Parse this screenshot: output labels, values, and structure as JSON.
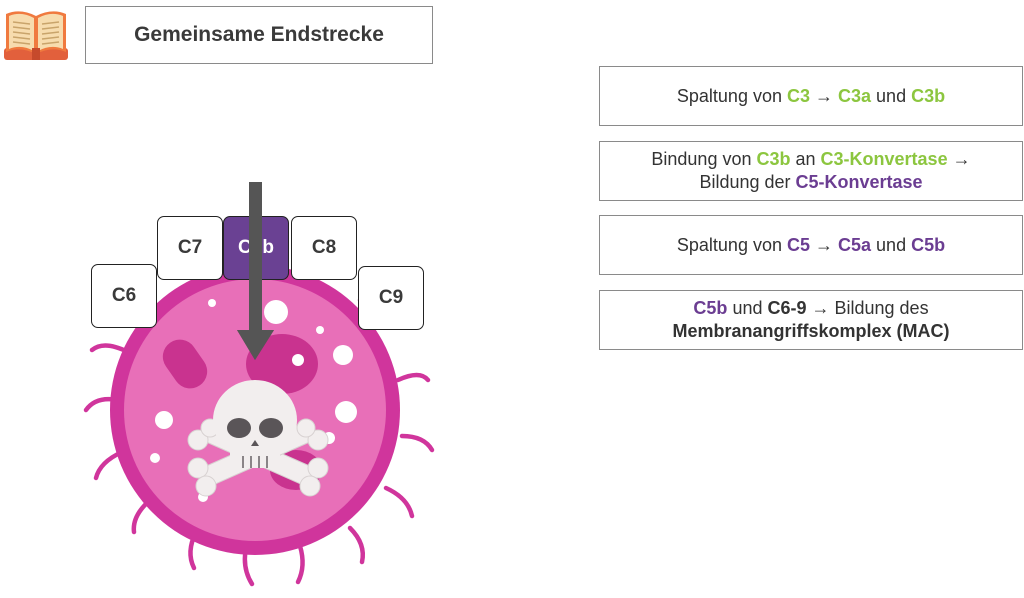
{
  "header": {
    "icon": "open-book-icon",
    "title": "Gemeinsame Endstrecke"
  },
  "steps": [
    {
      "parts": [
        {
          "t": "Spaltung von ",
          "c": "n"
        },
        {
          "t": "C3",
          "c": "g"
        },
        {
          "t": " → ",
          "c": "n"
        },
        {
          "t": "C3a",
          "c": "g"
        },
        {
          "t": " und ",
          "c": "n"
        },
        {
          "t": "C3b",
          "c": "g"
        }
      ]
    },
    {
      "line1": [
        {
          "t": "Bindung von ",
          "c": "n"
        },
        {
          "t": "C3b",
          "c": "g"
        },
        {
          "t": " an ",
          "c": "n"
        },
        {
          "t": "C3-Konvertase",
          "c": "g"
        },
        {
          "t": " →",
          "c": "n"
        }
      ],
      "line2": [
        {
          "t": "Bildung der ",
          "c": "n"
        },
        {
          "t": "C5-Konvertase",
          "c": "p"
        }
      ]
    },
    {
      "parts": [
        {
          "t": "Spaltung von ",
          "c": "n"
        },
        {
          "t": "C5",
          "c": "p"
        },
        {
          "t": " → ",
          "c": "n"
        },
        {
          "t": "C5a",
          "c": "p"
        },
        {
          "t": " und ",
          "c": "n"
        },
        {
          "t": "C5b",
          "c": "p"
        }
      ]
    },
    {
      "line1": [
        {
          "t": "C5b",
          "c": "p"
        },
        {
          "t": " und ",
          "c": "n"
        },
        {
          "t": "C6-9",
          "c": "b"
        },
        {
          "t": " → Bildung des",
          "c": "n"
        }
      ],
      "line2": [
        {
          "t": "Membranangriffskomplex (MAC)",
          "c": "b"
        }
      ]
    }
  ],
  "complement_boxes": {
    "c6": "C6",
    "c7": "C7",
    "c5b": "C5b",
    "c8": "C8",
    "c9": "C9"
  },
  "colors": {
    "green_accent": "#8cc63f",
    "purple_accent": "#6a4193",
    "cell_pink": "#e86fb8",
    "cell_magenta": "#d0359c",
    "arrow_gray": "#555555"
  },
  "illustration": {
    "cell_icon": "pathogen-cell-icon",
    "skull_icon": "skull-crossbones-icon",
    "arrow_icon": "down-arrow-icon"
  }
}
